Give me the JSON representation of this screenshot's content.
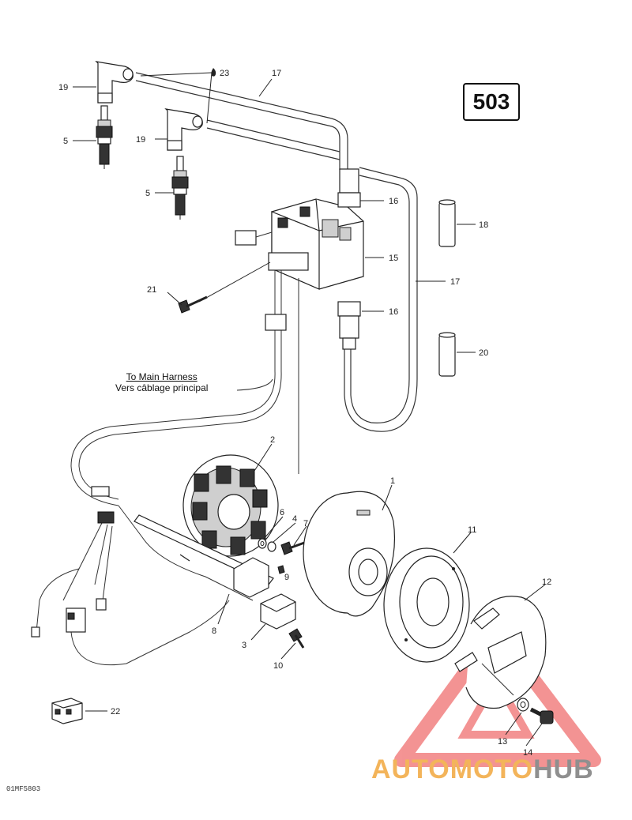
{
  "diagram": {
    "page_number": "503",
    "drawing_code": "01MF5803",
    "harness_note_en": "To Main Harness",
    "harness_note_fr": "Vers câblage principal",
    "parts": [
      {
        "num": "1"
      },
      {
        "num": "2"
      },
      {
        "num": "3"
      },
      {
        "num": "4"
      },
      {
        "num": "5"
      },
      {
        "num": "5"
      },
      {
        "num": "6"
      },
      {
        "num": "7"
      },
      {
        "num": "8"
      },
      {
        "num": "9"
      },
      {
        "num": "10"
      },
      {
        "num": "11"
      },
      {
        "num": "12"
      },
      {
        "num": "13"
      },
      {
        "num": "14"
      },
      {
        "num": "15"
      },
      {
        "num": "16"
      },
      {
        "num": "16"
      },
      {
        "num": "17"
      },
      {
        "num": "17"
      },
      {
        "num": "18"
      },
      {
        "num": "19"
      },
      {
        "num": "19"
      },
      {
        "num": "20"
      },
      {
        "num": "21"
      },
      {
        "num": "22"
      },
      {
        "num": "23"
      }
    ]
  },
  "watermark": {
    "text_a": "AUTOMOTO",
    "text_b": "HUB",
    "color_a": "#f3b45a",
    "color_b": "#8f8f8f",
    "triangle_color": "#f07070"
  }
}
